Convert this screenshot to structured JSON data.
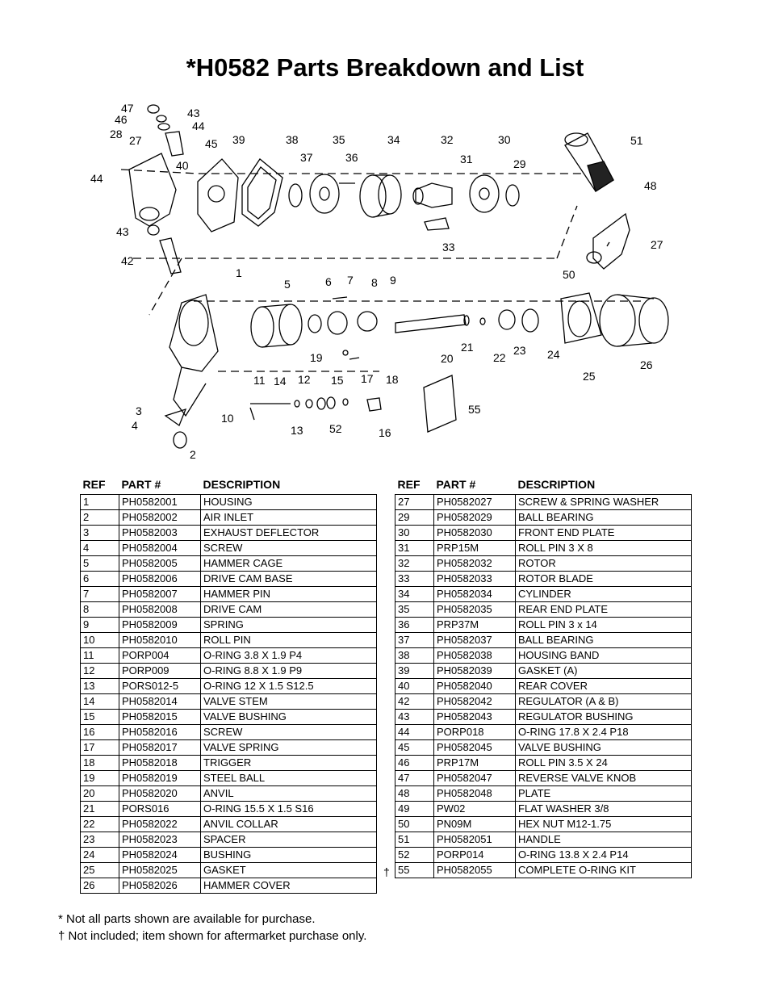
{
  "title": "*H0582 Parts Breakdown and List",
  "diagram": {
    "callouts": [
      "47",
      "46",
      "43",
      "44",
      "28",
      "27",
      "45",
      "39",
      "38",
      "37",
      "35",
      "36",
      "34",
      "32",
      "31",
      "30",
      "29",
      "51",
      "44",
      "40",
      "48",
      "43",
      "33",
      "27",
      "42",
      "1",
      "50",
      "5",
      "6",
      "7",
      "8",
      "9",
      "19",
      "20",
      "21",
      "22",
      "23",
      "24",
      "26",
      "25",
      "11",
      "14",
      "12",
      "15",
      "17",
      "18",
      "3",
      "4",
      "10",
      "13",
      "52",
      "16",
      "55",
      "2"
    ]
  },
  "table_headers": {
    "ref": "REF",
    "part": "PART #",
    "desc": "DESCRIPTION"
  },
  "left_rows": [
    {
      "ref": "1",
      "part": "PH0582001",
      "desc": "HOUSING"
    },
    {
      "ref": "2",
      "part": "PH0582002",
      "desc": "AIR INLET"
    },
    {
      "ref": "3",
      "part": "PH0582003",
      "desc": "EXHAUST DEFLECTOR"
    },
    {
      "ref": "4",
      "part": "PH0582004",
      "desc": "SCREW"
    },
    {
      "ref": "5",
      "part": "PH0582005",
      "desc": "HAMMER CAGE"
    },
    {
      "ref": "6",
      "part": "PH0582006",
      "desc": "DRIVE CAM BASE"
    },
    {
      "ref": "7",
      "part": "PH0582007",
      "desc": "HAMMER PIN"
    },
    {
      "ref": "8",
      "part": "PH0582008",
      "desc": "DRIVE CAM"
    },
    {
      "ref": "9",
      "part": "PH0582009",
      "desc": "SPRING"
    },
    {
      "ref": "10",
      "part": "PH0582010",
      "desc": "ROLL PIN"
    },
    {
      "ref": "11",
      "part": "PORP004",
      "desc": "O-RING 3.8 X 1.9 P4"
    },
    {
      "ref": "12",
      "part": "PORP009",
      "desc": "O-RING 8.8 X 1.9 P9"
    },
    {
      "ref": "13",
      "part": "PORS012-5",
      "desc": "O-RING 12 X 1.5 S12.5"
    },
    {
      "ref": "14",
      "part": "PH0582014",
      "desc": "VALVE STEM"
    },
    {
      "ref": "15",
      "part": "PH0582015",
      "desc": "VALVE BUSHING"
    },
    {
      "ref": "16",
      "part": "PH0582016",
      "desc": "SCREW"
    },
    {
      "ref": "17",
      "part": "PH0582017",
      "desc": "VALVE SPRING"
    },
    {
      "ref": "18",
      "part": "PH0582018",
      "desc": "TRIGGER"
    },
    {
      "ref": "19",
      "part": "PH0582019",
      "desc": "STEEL BALL"
    },
    {
      "ref": "20",
      "part": "PH0582020",
      "desc": "ANVIL"
    },
    {
      "ref": "21",
      "part": "PORS016",
      "desc": "O-RING 15.5 X 1.5 S16"
    },
    {
      "ref": "22",
      "part": "PH0582022",
      "desc": "ANVIL COLLAR"
    },
    {
      "ref": "23",
      "part": "PH0582023",
      "desc": "SPACER"
    },
    {
      "ref": "24",
      "part": "PH0582024",
      "desc": "BUSHING"
    },
    {
      "ref": "25",
      "part": "PH0582025",
      "desc": "GASKET"
    },
    {
      "ref": "26",
      "part": "PH0582026",
      "desc": "HAMMER COVER"
    }
  ],
  "right_rows": [
    {
      "ref": "27",
      "part": "PH0582027",
      "desc": "SCREW & SPRING WASHER"
    },
    {
      "ref": "29",
      "part": "PH0582029",
      "desc": "BALL BEARING"
    },
    {
      "ref": "30",
      "part": "PH0582030",
      "desc": "FRONT END PLATE"
    },
    {
      "ref": "31",
      "part": "PRP15M",
      "desc": "ROLL PIN 3 X 8"
    },
    {
      "ref": "32",
      "part": "PH0582032",
      "desc": "ROTOR"
    },
    {
      "ref": "33",
      "part": "PH0582033",
      "desc": "ROTOR BLADE"
    },
    {
      "ref": "34",
      "part": "PH0582034",
      "desc": "CYLINDER"
    },
    {
      "ref": "35",
      "part": "PH0582035",
      "desc": "REAR END PLATE"
    },
    {
      "ref": "36",
      "part": "PRP37M",
      "desc": "ROLL PIN 3 x 14"
    },
    {
      "ref": "37",
      "part": "PH0582037",
      "desc": "BALL BEARING"
    },
    {
      "ref": "38",
      "part": "PH0582038",
      "desc": "HOUSING BAND"
    },
    {
      "ref": "39",
      "part": "PH0582039",
      "desc": "GASKET (A)"
    },
    {
      "ref": "40",
      "part": "PH0582040",
      "desc": "REAR COVER"
    },
    {
      "ref": "42",
      "part": "PH0582042",
      "desc": "REGULATOR (A & B)"
    },
    {
      "ref": "43",
      "part": "PH0582043",
      "desc": "REGULATOR BUSHING"
    },
    {
      "ref": "44",
      "part": "PORP018",
      "desc": "O-RING 17.8 X 2.4 P18"
    },
    {
      "ref": "45",
      "part": "PH0582045",
      "desc": "VALVE BUSHING"
    },
    {
      "ref": "46",
      "part": "PRP17M",
      "desc": "ROLL PIN 3.5 X 24"
    },
    {
      "ref": "47",
      "part": "PH0582047",
      "desc": "REVERSE VALVE KNOB"
    },
    {
      "ref": "48",
      "part": "PH0582048",
      "desc": "PLATE"
    },
    {
      "ref": "49",
      "part": "PW02",
      "desc": "FLAT WASHER 3/8"
    },
    {
      "ref": "50",
      "part": "PN09M",
      "desc": "HEX NUT M12-1.75"
    },
    {
      "ref": "51",
      "part": "PH0582051",
      "desc": "HANDLE"
    },
    {
      "ref": "52",
      "part": "PORP014",
      "desc": "O-RING 13.8 X 2.4 P14"
    },
    {
      "ref": "55",
      "part": "PH0582055",
      "desc": "COMPLETE O-RING KIT"
    }
  ],
  "dagger_mark": "†",
  "footnotes": [
    "* Not all parts shown are available for purchase.",
    "† Not included; item shown for aftermarket purchase only."
  ]
}
